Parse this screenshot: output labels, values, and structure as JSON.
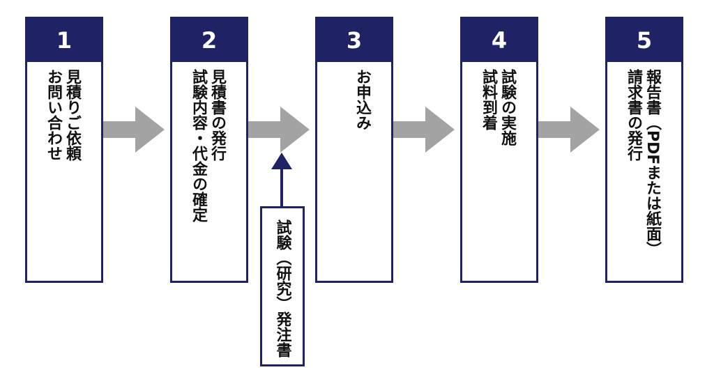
{
  "steps": [
    {
      "number": "1",
      "text": "見積りご依頼\nお問い合わせ"
    },
    {
      "number": "2",
      "text": "見積書の発行\n試験内容・代金の確定"
    },
    {
      "number": "3",
      "text": "お申込み"
    },
    {
      "number": "4",
      "text": "試験の実施\n試料到着"
    },
    {
      "number": "5",
      "text": "報告書（PDFまたは紙面）\n請求書の発行"
    }
  ],
  "order_document": {
    "text": "試験（研究）発注書"
  },
  "colors": {
    "navy": "#1f2366",
    "arrow_gray": "#a3a3a3"
  }
}
